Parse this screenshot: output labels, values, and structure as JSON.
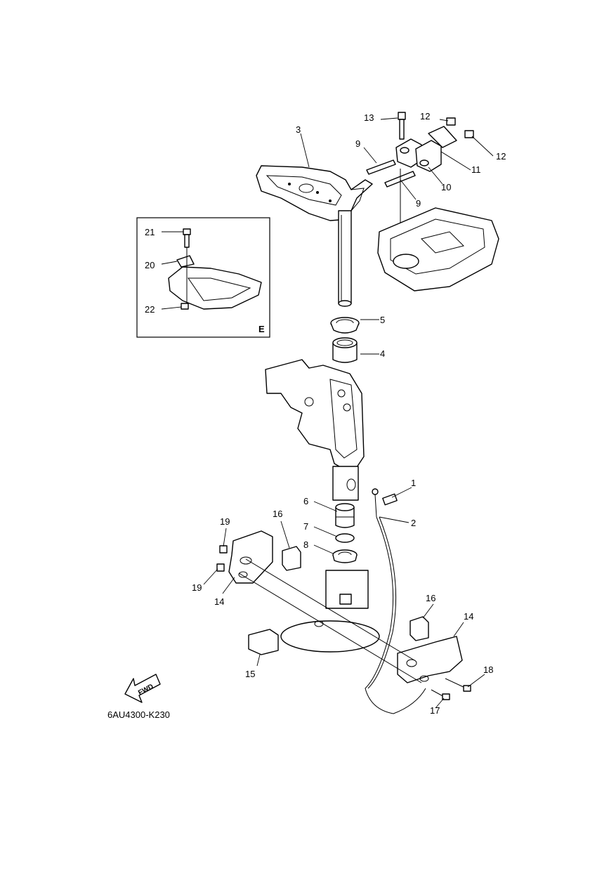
{
  "diagram": {
    "drawing_code": "6AU4300-K230",
    "inset_label": "E",
    "fwd_label": "FWD",
    "callouts": [
      {
        "id": "c1",
        "text": "1"
      },
      {
        "id": "c2",
        "text": "2"
      },
      {
        "id": "c3",
        "text": "3"
      },
      {
        "id": "c4",
        "text": "4"
      },
      {
        "id": "c5",
        "text": "5"
      },
      {
        "id": "c6",
        "text": "6"
      },
      {
        "id": "c7",
        "text": "7"
      },
      {
        "id": "c8",
        "text": "8"
      },
      {
        "id": "c9a",
        "text": "9"
      },
      {
        "id": "c9b",
        "text": "9"
      },
      {
        "id": "c10",
        "text": "10"
      },
      {
        "id": "c11",
        "text": "11"
      },
      {
        "id": "c12a",
        "text": "12"
      },
      {
        "id": "c12b",
        "text": "12"
      },
      {
        "id": "c13",
        "text": "13"
      },
      {
        "id": "c14a",
        "text": "14"
      },
      {
        "id": "c14b",
        "text": "14"
      },
      {
        "id": "c15",
        "text": "15"
      },
      {
        "id": "c16a",
        "text": "16"
      },
      {
        "id": "c16b",
        "text": "16"
      },
      {
        "id": "c17",
        "text": "17"
      },
      {
        "id": "c18",
        "text": "18"
      },
      {
        "id": "c19a",
        "text": "19"
      },
      {
        "id": "c19b",
        "text": "19"
      },
      {
        "id": "c20",
        "text": "20"
      },
      {
        "id": "c21",
        "text": "21"
      },
      {
        "id": "c22",
        "text": "22"
      }
    ]
  }
}
